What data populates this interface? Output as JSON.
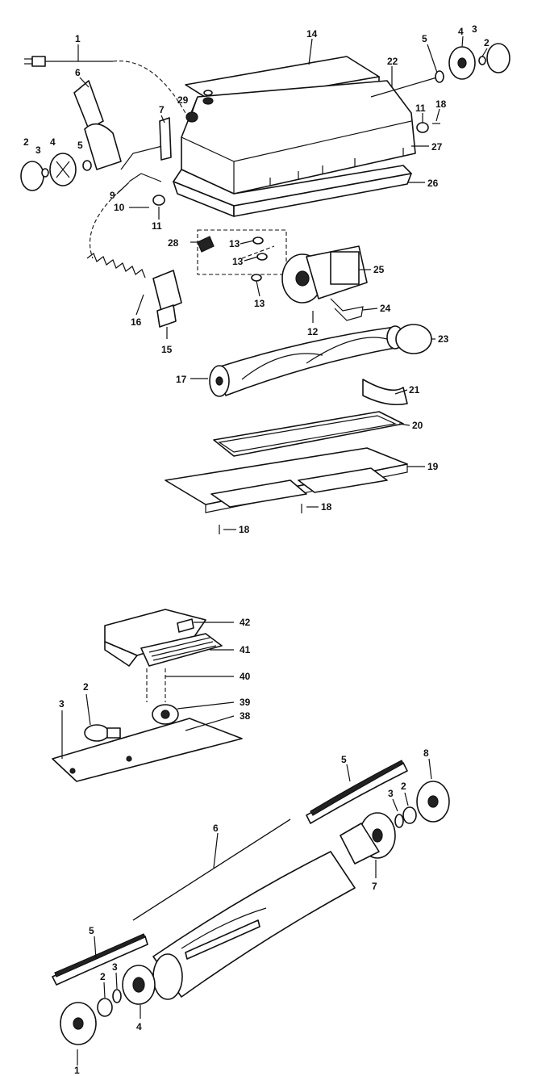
{
  "callouts_top": [
    "1",
    "2",
    "3",
    "4",
    "5",
    "6",
    "7",
    "9",
    "10",
    "11",
    "14",
    "29",
    "5",
    "4",
    "3",
    "2",
    "22",
    "11",
    "18",
    "27",
    "26",
    "28",
    "13",
    "13",
    "25",
    "13",
    "12",
    "24",
    "16",
    "15",
    "17",
    "23",
    "21",
    "20",
    "19",
    "18",
    "18"
  ],
  "callouts_middle": [
    "42",
    "41",
    "40",
    "2",
    "39",
    "3",
    "38"
  ],
  "callouts_bottom": [
    "5",
    "8",
    "3",
    "2",
    "6",
    "7",
    "5",
    "2",
    "3",
    "4",
    "1"
  ]
}
